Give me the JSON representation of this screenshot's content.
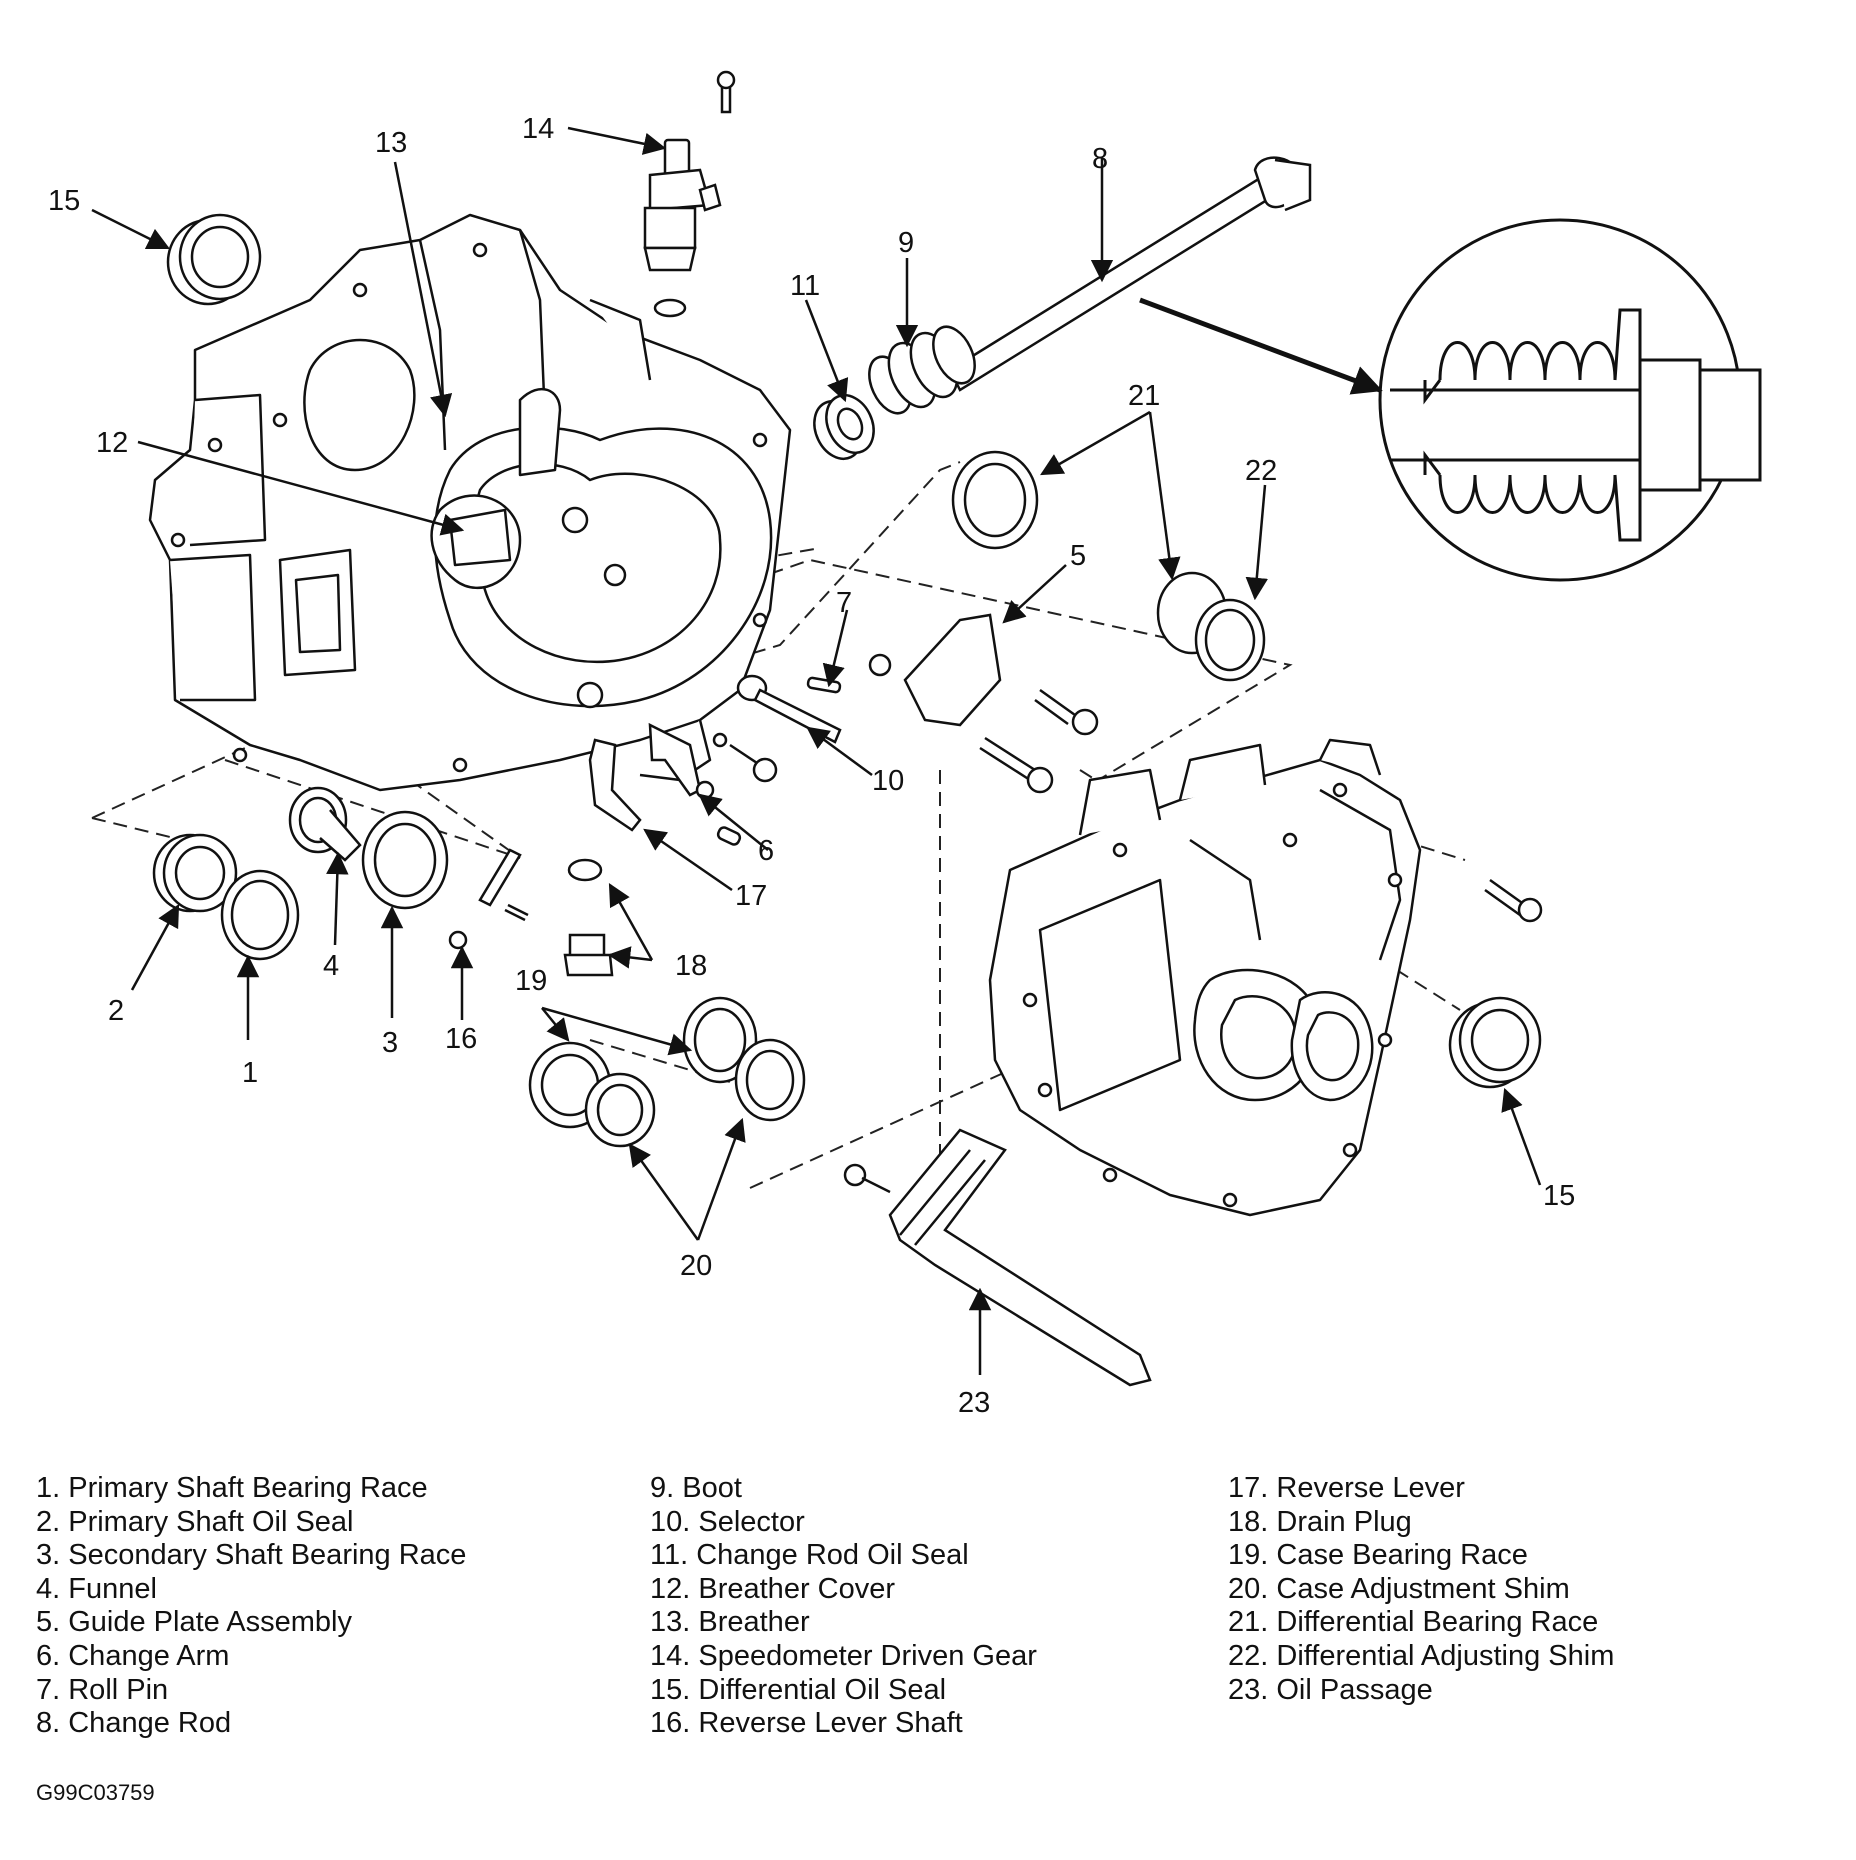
{
  "callouts": {
    "c1": "1",
    "c2": "2",
    "c3": "3",
    "c4": "4",
    "c5": "5",
    "c6": "6",
    "c7": "7",
    "c8": "8",
    "c9": "9",
    "c10": "10",
    "c11": "11",
    "c12": "12",
    "c13": "13",
    "c14": "14",
    "c15a": "15",
    "c15b": "15",
    "c16": "16",
    "c17": "17",
    "c18": "18",
    "c19": "19",
    "c20": "20",
    "c21": "21",
    "c22": "22",
    "c23": "23"
  },
  "legend": {
    "col1": [
      "1. Primary Shaft Bearing Race",
      "2. Primary Shaft Oil Seal",
      "3. Secondary Shaft Bearing Race",
      "4. Funnel",
      "5. Guide Plate Assembly",
      "6. Change Arm",
      "7. Roll Pin",
      "8. Change Rod"
    ],
    "col2": [
      "9. Boot",
      "10. Selector",
      "11. Change Rod Oil Seal",
      "12. Breather Cover",
      "13. Breather",
      "14. Speedometer Driven Gear",
      "15. Differential Oil Seal",
      "16. Reverse Lever Shaft"
    ],
    "col3": [
      "17. Reverse Lever",
      "18. Drain Plug",
      "19. Case Bearing Race",
      "20. Case Adjustment Shim",
      "21. Differential Bearing Race",
      "22. Differential Adjusting Shim",
      "23. Oil Passage"
    ]
  },
  "figure_code": "G99C03759"
}
